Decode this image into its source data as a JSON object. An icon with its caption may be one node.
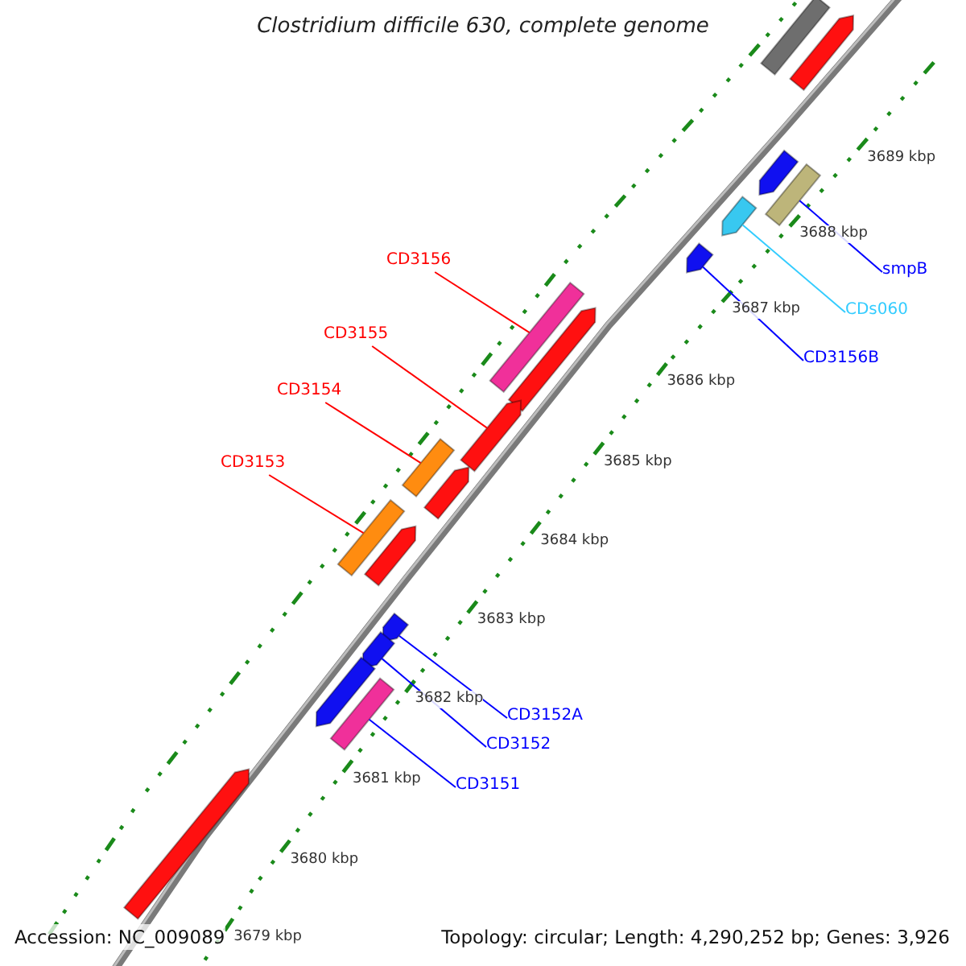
{
  "diagram": {
    "title": "Clostridium difficile 630, complete genome",
    "nodes": [
      {
        "text": [
          "CD3156"
        ]
      },
      {
        "text": [
          "smpB"
        ]
      },
      {
        "text": [
          "CDs060"
        ]
      },
      {
        "text": [
          "CD3155"
        ]
      },
      {
        "text": [
          "CD3156B"
        ]
      },
      {
        "text": [
          "CD3154"
        ]
      },
      {
        "text": [
          "CD3153"
        ]
      },
      {
        "text": [
          "CD3152A"
        ]
      },
      {
        "text": [
          "CD3152"
        ]
      },
      {
        "text": [
          "CD3151"
        ]
      },
      {
        "text": [],
        "shape": "bar"
      },
      {
        "text": [],
        "shape": "arrow"
      },
      {
        "text": [],
        "shape": "arrow"
      },
      {
        "text": [],
        "shape": "bar"
      },
      {
        "text": [],
        "shape": "arrow"
      },
      {
        "text": [],
        "shape": "arrow"
      },
      {
        "text": [],
        "shape": "bar"
      },
      {
        "text": [],
        "shape": "arrow"
      },
      {
        "text": [],
        "shape": "arrow"
      },
      {
        "text": [],
        "shape": "bar"
      },
      {
        "text": [],
        "shape": "arrow"
      },
      {
        "text": [],
        "shape": "bar"
      },
      {
        "text": [],
        "shape": "arrow"
      },
      {
        "text": [],
        "shape": "arrow"
      },
      {
        "text": [],
        "shape": "arrow"
      },
      {
        "text": [],
        "shape": "arrow"
      },
      {
        "text": [],
        "shape": "bar"
      },
      {
        "text": [],
        "shape": "arrow"
      }
    ],
    "edges": [
      {
        "from": 0,
        "to": 16,
        "arrow": "none",
        "color": "#ff0000"
      },
      {
        "from": 1,
        "to": 13,
        "arrow": "none"
      },
      {
        "from": 2,
        "to": 14,
        "arrow": "none",
        "color": "#33ccff"
      },
      {
        "from": 3,
        "to": 18,
        "arrow": "none",
        "color": "#ff0000"
      },
      {
        "from": 4,
        "to": 15,
        "arrow": "none"
      },
      {
        "from": 5,
        "to": 19,
        "arrow": "none",
        "color": "#ff0000"
      },
      {
        "from": 6,
        "to": 21,
        "arrow": "none",
        "color": "#ff0000"
      },
      {
        "from": 7,
        "to": 23,
        "arrow": "none"
      },
      {
        "from": 8,
        "to": 24,
        "arrow": "none"
      },
      {
        "from": 9,
        "to": 26,
        "arrow": "none"
      }
    ],
    "labels": [
      "3689 kbp",
      "3688 kbp",
      "3687 kbp",
      "3686 kbp",
      "3685 kbp",
      "3684 kbp",
      "3683 kbp",
      "3682 kbp",
      "3681 kbp",
      "3680 kbp",
      "3679 kbp",
      "Accession: NC_009089",
      "Topology: circular; Length: 4,290,252 bp; Genes: 3,926"
    ]
  }
}
